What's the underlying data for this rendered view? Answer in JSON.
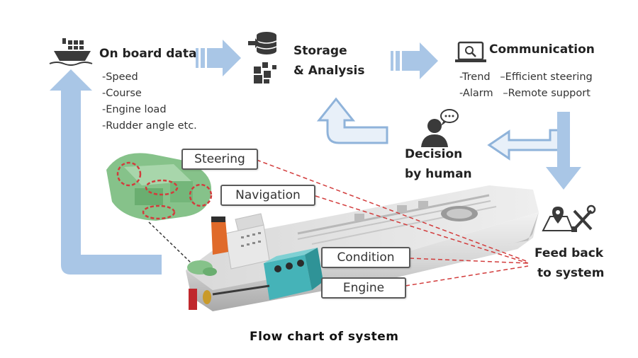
{
  "diagram": {
    "caption": "Flow chart of system",
    "onboard": {
      "title": "On board data",
      "items": [
        "-Speed",
        "-Course",
        "-Engine load",
        "-Rudder angle  etc."
      ]
    },
    "storage": {
      "line1": "Storage",
      "line2": "& Analysis"
    },
    "communication": {
      "title": "Communication",
      "items": [
        "-Trend   –Efficient steering",
        "-Alarm   –Remote support"
      ]
    },
    "decision": {
      "line1": "Decision",
      "line2": "by human"
    },
    "feedback": {
      "line1": "Feed back",
      "line2": "to system"
    },
    "callouts": {
      "steering": "Steering",
      "navigation": "Navigation",
      "condition": "Condition",
      "engine": "Engine"
    }
  },
  "colors": {
    "arrow": "#a9c6e6",
    "arrow_outline": "#8fb3da",
    "dashed": "#d23c3c",
    "icon": "#3a3a3a",
    "hull": "#cfcfcf",
    "funnel": "#e06a2a",
    "engine": "#45b3b8",
    "machinery": "#86c28a"
  },
  "icons": [
    "ship-icon",
    "database-icon",
    "monitor-search-icon",
    "person-chat-icon",
    "map-tools-icon"
  ]
}
